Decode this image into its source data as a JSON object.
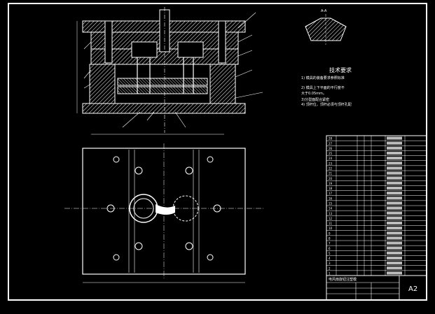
{
  "section_label": "A-A",
  "tech_requirements": {
    "title": "技术要求",
    "items": [
      "1) 模具的装备要求参照标准",
      "2) 模具上下平面的平行度不",
      "大于0.05mm。",
      "3)分型面配合紧密",
      "4) 顶杆位，顶杆必须与顶杆孔配"
    ]
  },
  "title_block": {
    "part_name": "电风扇旋钮注塑模",
    "sheet_size": "A2"
  },
  "parts_list": {
    "numbers": [
      "28",
      "27",
      "26",
      "25",
      "24",
      "23",
      "22",
      "21",
      "20",
      "19",
      "18",
      "17",
      "16",
      "15",
      "14",
      "13",
      "12",
      "11",
      "10",
      "9",
      "8",
      "7",
      "6",
      "5",
      "4",
      "3",
      "2",
      "1"
    ]
  },
  "colors": {
    "background": "#000000",
    "lines": "#ffffff",
    "accent": "#ff3333"
  }
}
